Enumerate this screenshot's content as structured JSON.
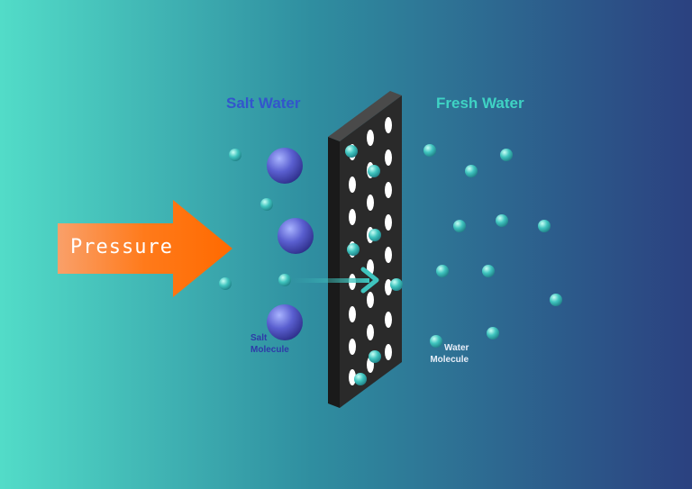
{
  "labels": {
    "salt_water": "Salt Water",
    "fresh_water": "Fresh Water",
    "pressure": "Pressure",
    "salt_molecule_line1": "Salt",
    "salt_molecule_line2": "Molecule",
    "water_molecule_line1": "Water",
    "water_molecule_line2": "Molecule"
  },
  "colors": {
    "background_left": "#52dcc8",
    "background_right": "#2b4180",
    "salt_water_label": "#3355cc",
    "fresh_water_label": "#3fd3c4",
    "pressure_arrow": "#ff7a1a",
    "pressure_text": "#ffffff",
    "membrane": "#2a2a2a",
    "salt_molecule": "#5a5fd0",
    "water_molecule": "#3fc4be",
    "salt_molecule_label": "#2e3aa8",
    "water_molecule_label": "#e8eef8"
  }
}
